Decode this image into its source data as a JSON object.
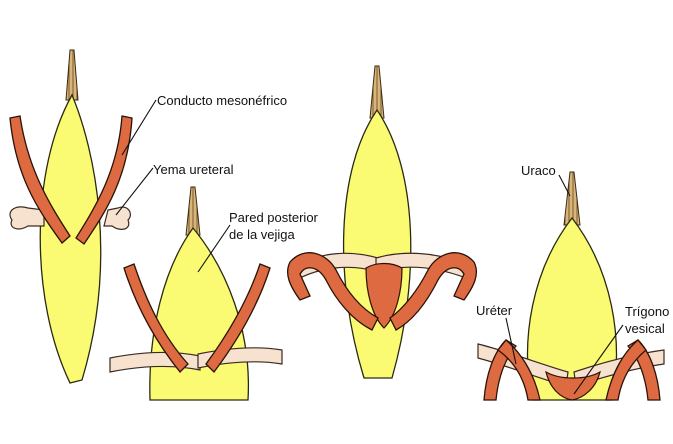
{
  "labels": {
    "conducto_mesonefrico": "Conducto mesonéfrico",
    "yema_ureteral": "Yema ureteral",
    "pared_line1": "Pared posterior",
    "pared_line2": "de la vejiga",
    "uraco": "Uraco",
    "ureter": "Uréter",
    "trigono_line1": "Trígono",
    "trigono_line2": "vesical"
  },
  "colors": {
    "bladder_fill": "#fafa73",
    "bladder_stroke": "#2a2a12",
    "duct_fill": "#dd6a40",
    "duct_stroke": "#2a1208",
    "ureter_fill": "#f6e2cf",
    "ureter_stroke": "#3a2a22",
    "urachus_fill": "#c8a068",
    "leader_line": "#111111"
  }
}
